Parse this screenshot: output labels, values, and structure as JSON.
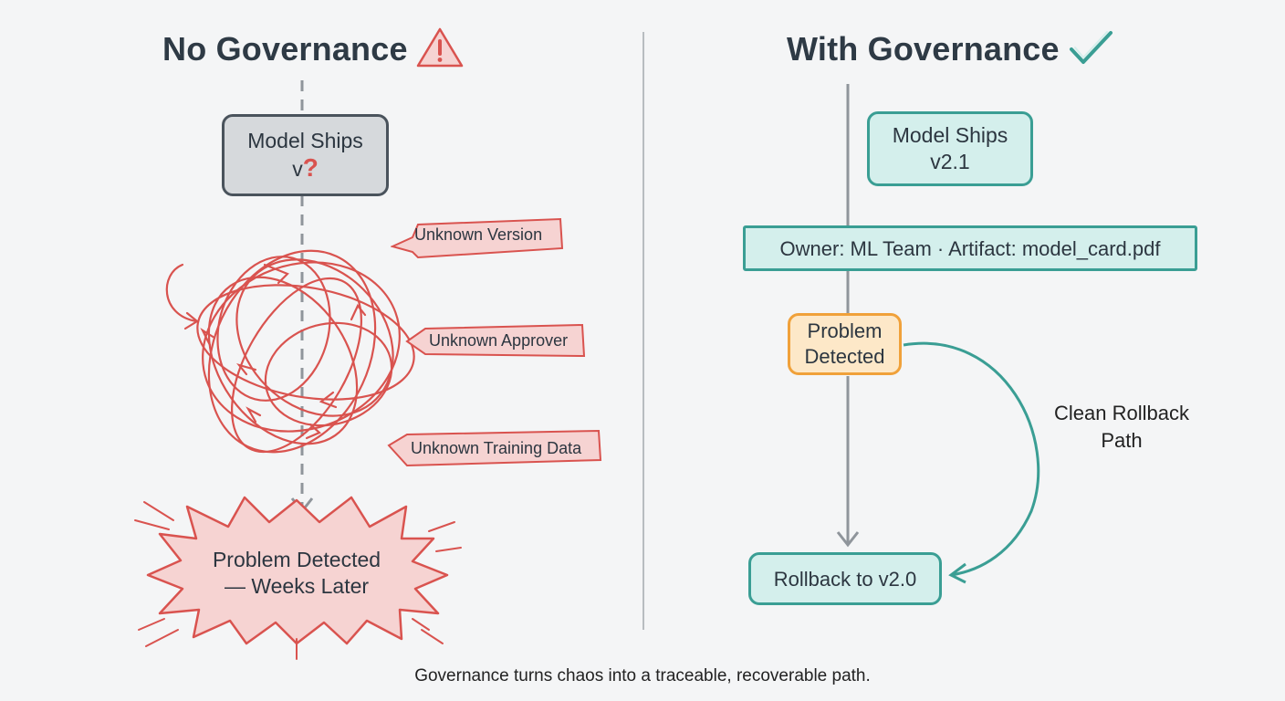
{
  "left": {
    "title": "No Governance",
    "title_icon": "warning-icon",
    "model_box": {
      "line1": "Model Ships",
      "line2_prefix": "v",
      "question_mark": "?"
    },
    "tags": [
      "Unknown Version",
      "Unknown Approver",
      "Unknown Training Data"
    ],
    "burst": {
      "line1": "Problem Detected",
      "line2": "— Weeks Later"
    }
  },
  "right": {
    "title": "With Governance",
    "title_icon": "checkmark-icon",
    "model_box": {
      "line1": "Model Ships",
      "line2": "v2.1"
    },
    "metadata": "Owner: ML Team · Artifact: model_card.pdf",
    "problem": {
      "line1": "Problem",
      "line2": "Detected"
    },
    "rollback_label": {
      "line1": "Clean Rollback",
      "line2": "Path"
    },
    "rollback_box": "Rollback to v2.0"
  },
  "footer": "Governance turns chaos into a traceable, recoverable path.",
  "colors": {
    "red": "#d9534f",
    "red_fill": "#f6d3d2",
    "teal": "#3a9e94",
    "teal_fill": "#d4efec",
    "orange": "#f0a13a",
    "orange_fill": "#fde8c8",
    "gray_fill": "#d6d9dc",
    "gray_line": "#8a9096"
  }
}
